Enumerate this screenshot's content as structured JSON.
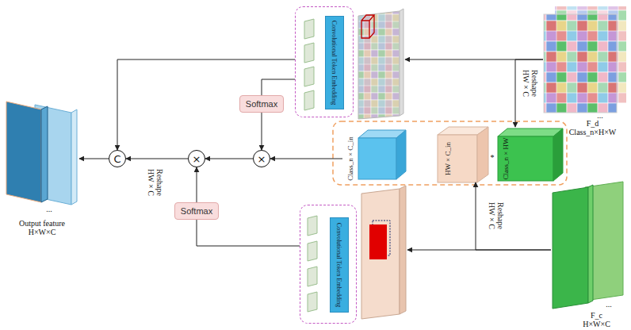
{
  "diagram": {
    "nodes": [
      {
        "text": [
          "Convolutional Token Embedding"
        ]
      },
      {
        "text": [
          "F_d",
          "Class_n×H×W"
        ]
      },
      {
        "text": [
          "Softmax"
        ]
      },
      {
        "text": [
          "Output feature H×W×C"
        ]
      },
      {
        "text": [
          "C"
        ]
      },
      {
        "text": [
          "×"
        ]
      },
      {
        "text": [
          "×"
        ]
      },
      {
        "text": [
          "Class_n × C_in"
        ]
      },
      {
        "text": [
          "HW × C_in"
        ]
      },
      {
        "text": [
          "Class_n × HW"
        ]
      },
      {
        "text": [
          "Softmax"
        ]
      },
      {
        "text": [
          "Convolutional Token Embedding"
        ]
      },
      {
        "text": [
          "F_c",
          "H×W×C"
        ]
      }
    ],
    "edges": [
      {
        "from": 0,
        "to": 4,
        "arrow": "to"
      },
      {
        "from": 0,
        "to": 2,
        "arrow": "none"
      },
      {
        "from": 1,
        "to": 9,
        "arrow": "to"
      },
      {
        "from": 2,
        "to": 6,
        "arrow": "to"
      },
      {
        "from": 7,
        "to": 6,
        "arrow": "to"
      },
      {
        "from": 6,
        "to": 5,
        "arrow": "to"
      },
      {
        "from": 5,
        "to": 4,
        "arrow": "to"
      },
      {
        "from": 4,
        "to": 3,
        "arrow": "to"
      },
      {
        "from": 10,
        "to": 5,
        "arrow": "to"
      },
      {
        "from": 11,
        "to": 10,
        "arrow": "none"
      },
      {
        "from": 12,
        "to": 8,
        "arrow": "to"
      }
    ],
    "labels": [
      "Reshape HW × C",
      "...",
      "*",
      "Reshape HW × C",
      "...",
      "Reshape HW × C",
      "..."
    ]
  }
}
